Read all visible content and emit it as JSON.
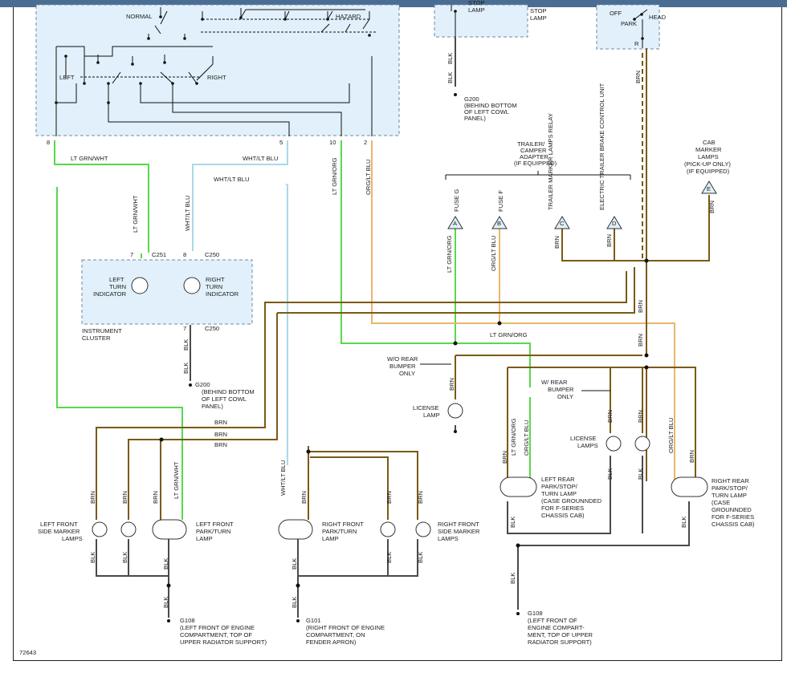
{
  "colors": {
    "brn": "#7a5a16",
    "ltgrn": "#58d84c",
    "ltblu": "#a9d9e8",
    "org": "#e8b66c",
    "blk": "#4a4a4a"
  },
  "labels": {
    "normal": "NORMAL",
    "hazard": "HAZARD",
    "left": "LEFT",
    "right": "RIGHT",
    "stop_lamp_a": "STOP",
    "stop_lamp_b": "LAMP",
    "stop_lamp_c": "STOP",
    "stop_lamp_d": "LAMP",
    "off": "OFF",
    "park": "PARK",
    "head": "HEAD",
    "r": "R",
    "pin8": "8",
    "pin5": "5",
    "pin10": "10",
    "pin2": "2",
    "ltgrnwht": "LT GRN/WHT",
    "whtltblu": "WHT/LT BLU",
    "whtltblu2": "WHT/LT BLU",
    "ltgrnorg": "LT GRN/ORG",
    "orgltblu": "ORG/LT BLU",
    "blk": "BLK",
    "brn": "BRN",
    "g200_a": "G200",
    "g200_b": "(BEHIND BOTTOM",
    "g200_c": "OF LEFT COWL",
    "g200_d": "PANEL)",
    "trailer_a": "TRAILER/",
    "trailer_b": "CAMPER",
    "trailer_c": "ADAPTER",
    "trailer_d": "(IF EQUIPPED)",
    "cab_a": "CAB",
    "cab_b": "MARKER",
    "cab_c": "LAMPS",
    "cab_d": "(PICK-UP ONLY)",
    "cab_e": "(IF EQUIPPED)",
    "fuse_g": "FUSE G",
    "fuse_f": "FUSE F",
    "tr_relay": "TRAILER MARKER LAMPS RELAY",
    "tr_brake": "ELECTRIC TRAILER BRAKE CONTROL UNIT",
    "conn_a": "A",
    "conn_b": "B",
    "conn_c": "C",
    "conn_d": "D",
    "conn_e": "E",
    "c251": "C251",
    "c250": "C250",
    "c250b": "C250",
    "pin7": "7",
    "pin8b": "8",
    "pin7b": "7",
    "lti_a": "LEFT",
    "lti_b": "TURN",
    "lti_c": "INDICATOR",
    "rti_a": "RIGHT",
    "rti_b": "TURN",
    "rti_c": "INDICATOR",
    "ic_a": "INSTRUMENT",
    "ic_b": "CLUSTER",
    "wo_a": "W/O REAR",
    "wo_b": "BUMPER",
    "wo_c": "ONLY",
    "w_a": "W/ REAR",
    "w_b": "BUMPER",
    "w_c": "ONLY",
    "lic_a": "LICENSE",
    "lic_b": "LAMP",
    "lics_a": "LICENSE",
    "lics_b": "LAMPS",
    "lfs_a": "LEFT FRONT",
    "lfs_b": "SIDE MARKER",
    "lfs_c": "LAMPS",
    "lfp_a": "LEFT FRONT",
    "lfp_b": "PARK/TURN",
    "lfp_c": "LAMP",
    "rfp_a": "RIGHT FRONT",
    "rfp_b": "PARK/TURN",
    "rfp_c": "LAMP",
    "rfs_a": "RIGHT FRONT",
    "rfs_b": "SIDE MARKER",
    "rfs_c": "LAMPS",
    "lr_a": "LEFT REAR",
    "lr_b": "PARK/STOP/",
    "lr_c": "TURN LAMP",
    "lr_d": "(CASE GROUNNDED",
    "lr_e": "FOR F-SERIES",
    "lr_f": "CHASSIS CAB)",
    "rr_a": "RIGHT REAR",
    "rr_b": "PARK/STOP/",
    "rr_c": "TURN LAMP",
    "rr_d": "(CASE",
    "rr_e": "GROUNNDED",
    "rr_f": "FOR F-SERIES",
    "rr_g": "CHASSIS CAB)",
    "g108_a": "G108",
    "g108_b": "(LEFT FRONT OF ENGINE",
    "g108_c": "COMPARTMENT, TOP OF",
    "g108_d": "UPPER RADIATOR SUPPORT)",
    "g101_a": "G101",
    "g101_b": "(RIGHT FRONT OF ENGINE",
    "g101_c": "COMPARTMENT, ON",
    "g101_d": "FENDER APRON)",
    "g108r_a": "G108",
    "g108r_b": "(LEFT FRONT OF",
    "g108r_c": "ENGINE COMPART-",
    "g108r_d": "MENT, TOP OF UPPER",
    "g108r_e": "RADIATOR SUPPORT)",
    "fig": "72643"
  }
}
